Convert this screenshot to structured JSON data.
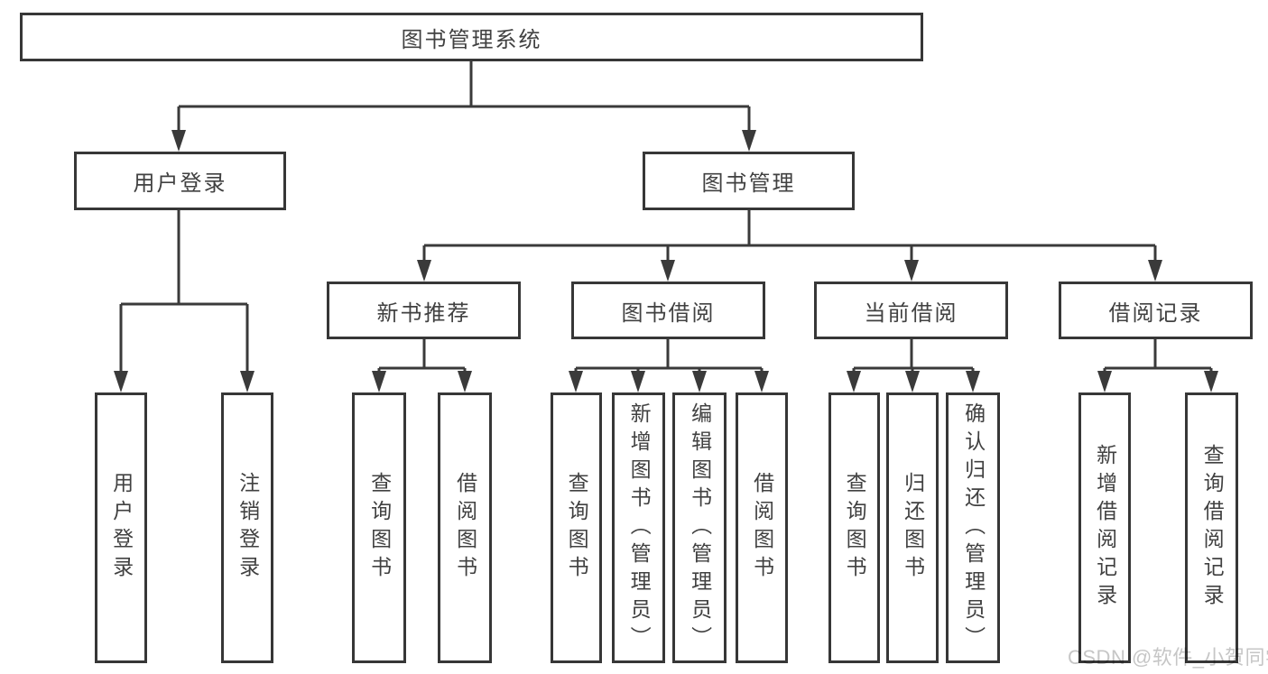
{
  "nodes": {
    "root": "图书管理系统",
    "user_login": "用户登录",
    "book_mgmt": "图书管理",
    "new_books": "新书推荐",
    "book_borrow": "图书借阅",
    "current_borrow": "当前借阅",
    "borrow_records": "借阅记录",
    "leaves": {
      "user_login": [
        "用户登录",
        "注销登录"
      ],
      "new_books": [
        "查询图书",
        "借阅图书"
      ],
      "book_borrow": [
        "查询图书",
        "新增图书（管理员）",
        "编辑图书（管理员）",
        "借阅图书"
      ],
      "current_borrow": [
        "查询图书",
        "归还图书",
        "确认归还（管理员）"
      ],
      "borrow_records": [
        "新增借阅记录",
        "查询借阅记录"
      ]
    }
  },
  "watermark": "CSDN @软件_小贺同学",
  "colors": {
    "line": "#3a3a3a",
    "border": "#373737",
    "text": "#414141",
    "watermark": "#c6c6c6",
    "background": "#ffffff"
  }
}
